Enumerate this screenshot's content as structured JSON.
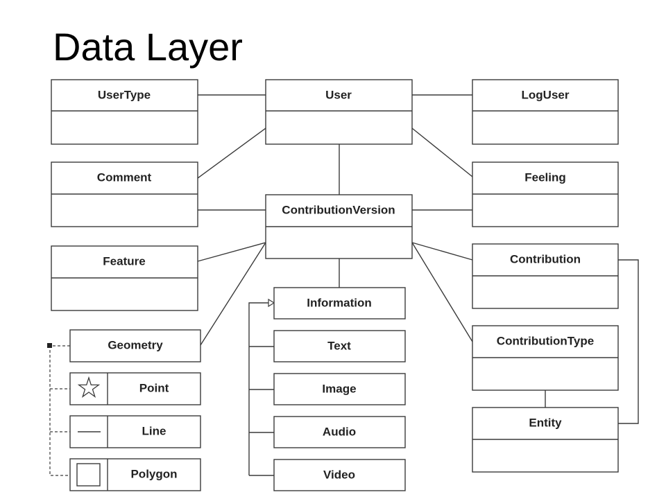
{
  "title": "Data Layer",
  "classes": {
    "usertype": "UserType",
    "user": "User",
    "loguser": "LogUser",
    "comment": "Comment",
    "feeling": "Feeling",
    "contributionversion": "ContributionVersion",
    "feature": "Feature",
    "contribution": "Contribution",
    "information": "Information",
    "geometry": "Geometry",
    "text": "Text",
    "contributiontype": "ContributionType",
    "point": "Point",
    "image": "Image",
    "line": "Line",
    "audio": "Audio",
    "entity": "Entity",
    "polygon": "Polygon",
    "video": "Video"
  },
  "icons": {
    "point": "star-icon",
    "line": "line-icon",
    "polygon": "square-icon"
  }
}
